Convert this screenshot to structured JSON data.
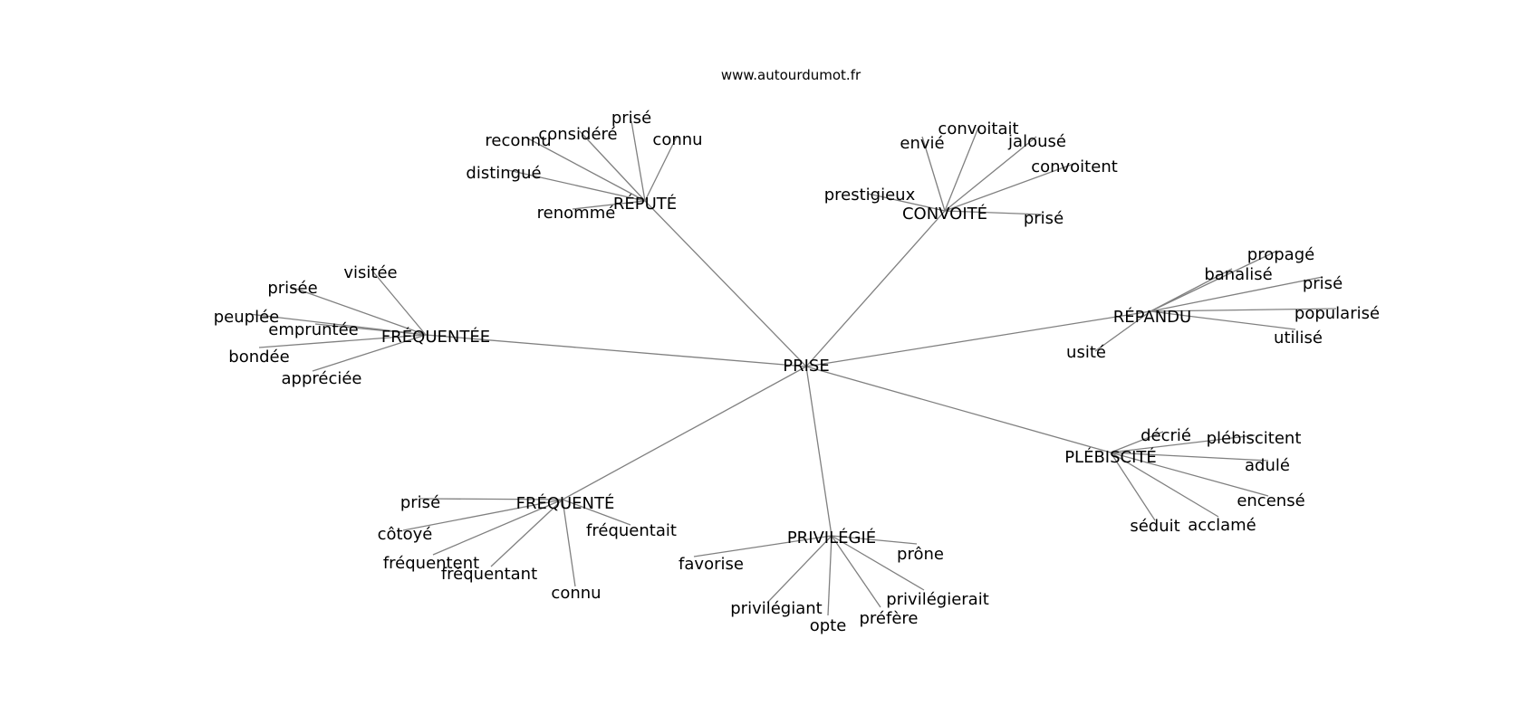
{
  "source": "www.autourdumot.fr",
  "center": "PRISE",
  "clusters": [
    {
      "label": "RÉPUTÉ",
      "words": [
        "prisé",
        "considéré",
        "reconnu",
        "connu",
        "distingué",
        "renommé"
      ]
    },
    {
      "label": "CONVOITÉ",
      "words": [
        "convoitait",
        "envié",
        "jalousé",
        "convoitent",
        "prestigieux",
        "prisé"
      ]
    },
    {
      "label": "RÉPANDU",
      "words": [
        "propagé",
        "banalisé",
        "prisé",
        "popularisé",
        "utilisé",
        "usité"
      ]
    },
    {
      "label": "FRÉQUENTÉE",
      "words": [
        "visitée",
        "prisée",
        "peuplée",
        "empruntée",
        "bondée",
        "appréciée"
      ]
    },
    {
      "label": "PLÉBISCITÉ",
      "words": [
        "décrié",
        "plébiscitent",
        "adulé",
        "encensé",
        "acclamé",
        "séduit"
      ]
    },
    {
      "label": "FRÉQUENTÉ",
      "words": [
        "prisé",
        "côtoyé",
        "fréquentent",
        "fréquentant",
        "connu",
        "fréquentait"
      ]
    },
    {
      "label": "PRIVILÉGIÉ",
      "words": [
        "favorise",
        "prône",
        "privilégiant",
        "opte",
        "préfère",
        "privilégierait"
      ]
    }
  ]
}
